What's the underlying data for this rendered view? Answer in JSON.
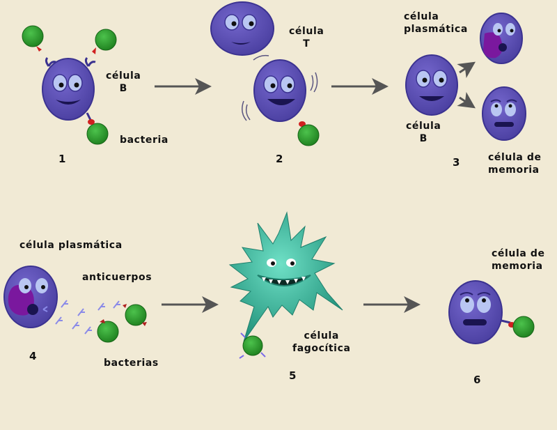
{
  "title": "Respuesta inmune: activación de la célula B",
  "colors": {
    "background": "#f1ead5",
    "cell": "#5d50b4",
    "cell_dark": "#3b3290",
    "eye": "#b9c6f2",
    "bacteria": "#2d9a2d",
    "bacteria_dark": "#176417",
    "receptor": "#d02020",
    "plasma_nucleus": "#7a189e",
    "phagocyte": "#35b39a",
    "phagocyte_dark": "#1f7f6c",
    "arrow": "#555555",
    "antibody": "#8a8ae8"
  },
  "steps": [
    {
      "number": "1",
      "labels": {
        "cell": [
          "célula",
          "B"
        ],
        "bacteria": "bacteria"
      }
    },
    {
      "number": "2",
      "labels": {
        "tcell": [
          "célula",
          "T"
        ]
      }
    },
    {
      "number": "3",
      "labels": {
        "plasma": [
          "célula",
          "plasmática"
        ],
        "bcell": [
          "célula",
          "B"
        ],
        "memory": [
          "célula de",
          "memoria"
        ]
      }
    },
    {
      "number": "4",
      "labels": {
        "plasma": "célula plasmática",
        "antibodies": "anticuerpos",
        "bacteria": "bacterias"
      }
    },
    {
      "number": "5",
      "labels": {
        "phagocyte": [
          "célula",
          "fagocítica"
        ]
      }
    },
    {
      "number": "6",
      "labels": {
        "memory": [
          "célula de",
          "memoria"
        ]
      }
    }
  ]
}
